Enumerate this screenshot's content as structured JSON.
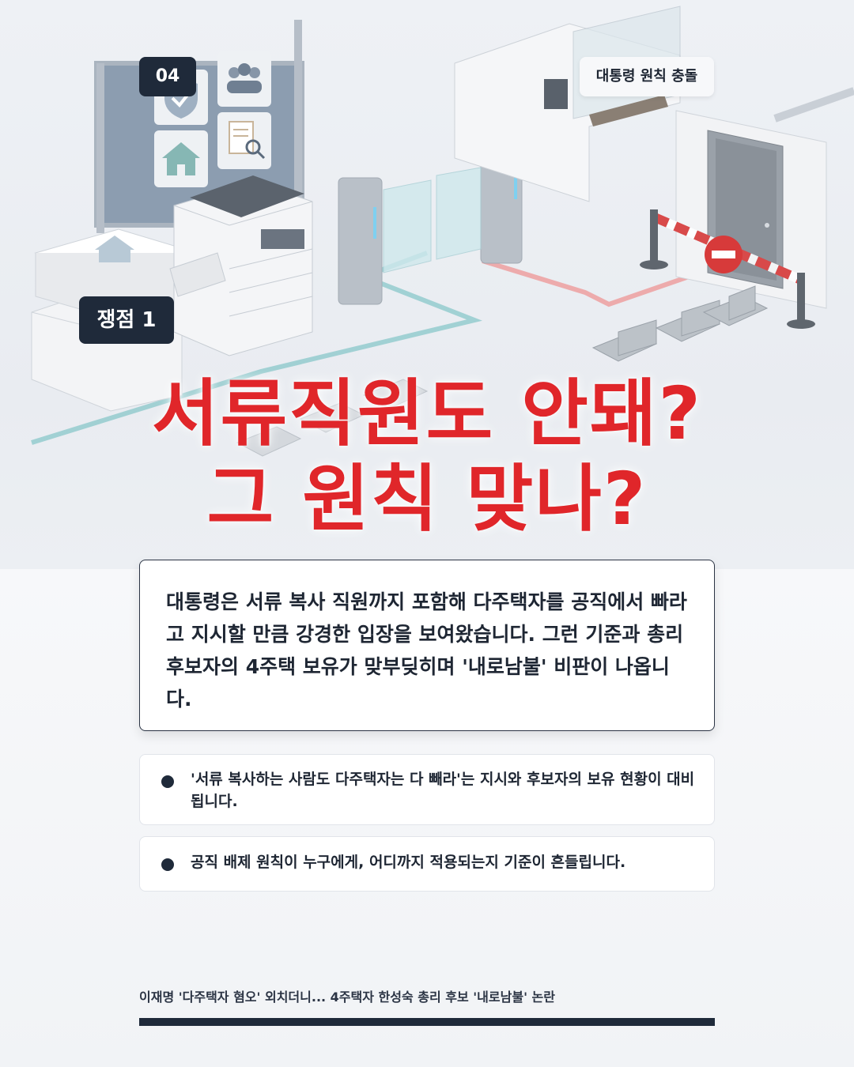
{
  "colors": {
    "headline": "#e0262a",
    "dark": "#1f2a3a",
    "background": "#f1f3f6"
  },
  "tags": {
    "number": "04",
    "topic": "대통령 원칙 충돌",
    "issue": "쟁점 1"
  },
  "headline": {
    "line1": "서류직원도 안돼?",
    "line2": "그 원칙 맞나?"
  },
  "summary": "대통령은 서류 복사 직원까지 포함해 다주택자를 공직에서 빠라고 지시할 만큼 강경한 입장을 보여왔습니다. 그런 기준과 총리 후보자의 4주택 보유가 맞부딪히며 '내로남불' 비판이 나옵니다.",
  "bullets": [
    "'서류 복사하는 사람도 다주택자는 다 빼라'는 지시와 후보자의 보유 현황이 대비됩니다.",
    "공직 배제 원칙이 누구에게, 어디까지 적용되는지 기준이 흔들립니다."
  ],
  "source": "이재명 '다주택자 혐오' 외치더니... 4주택자 한성숙 총리 후보 '내로남불' 논란",
  "illustration_icons": [
    "shield-check-icon",
    "people-icon",
    "house-icon",
    "document-search-icon",
    "no-entry-icon"
  ]
}
